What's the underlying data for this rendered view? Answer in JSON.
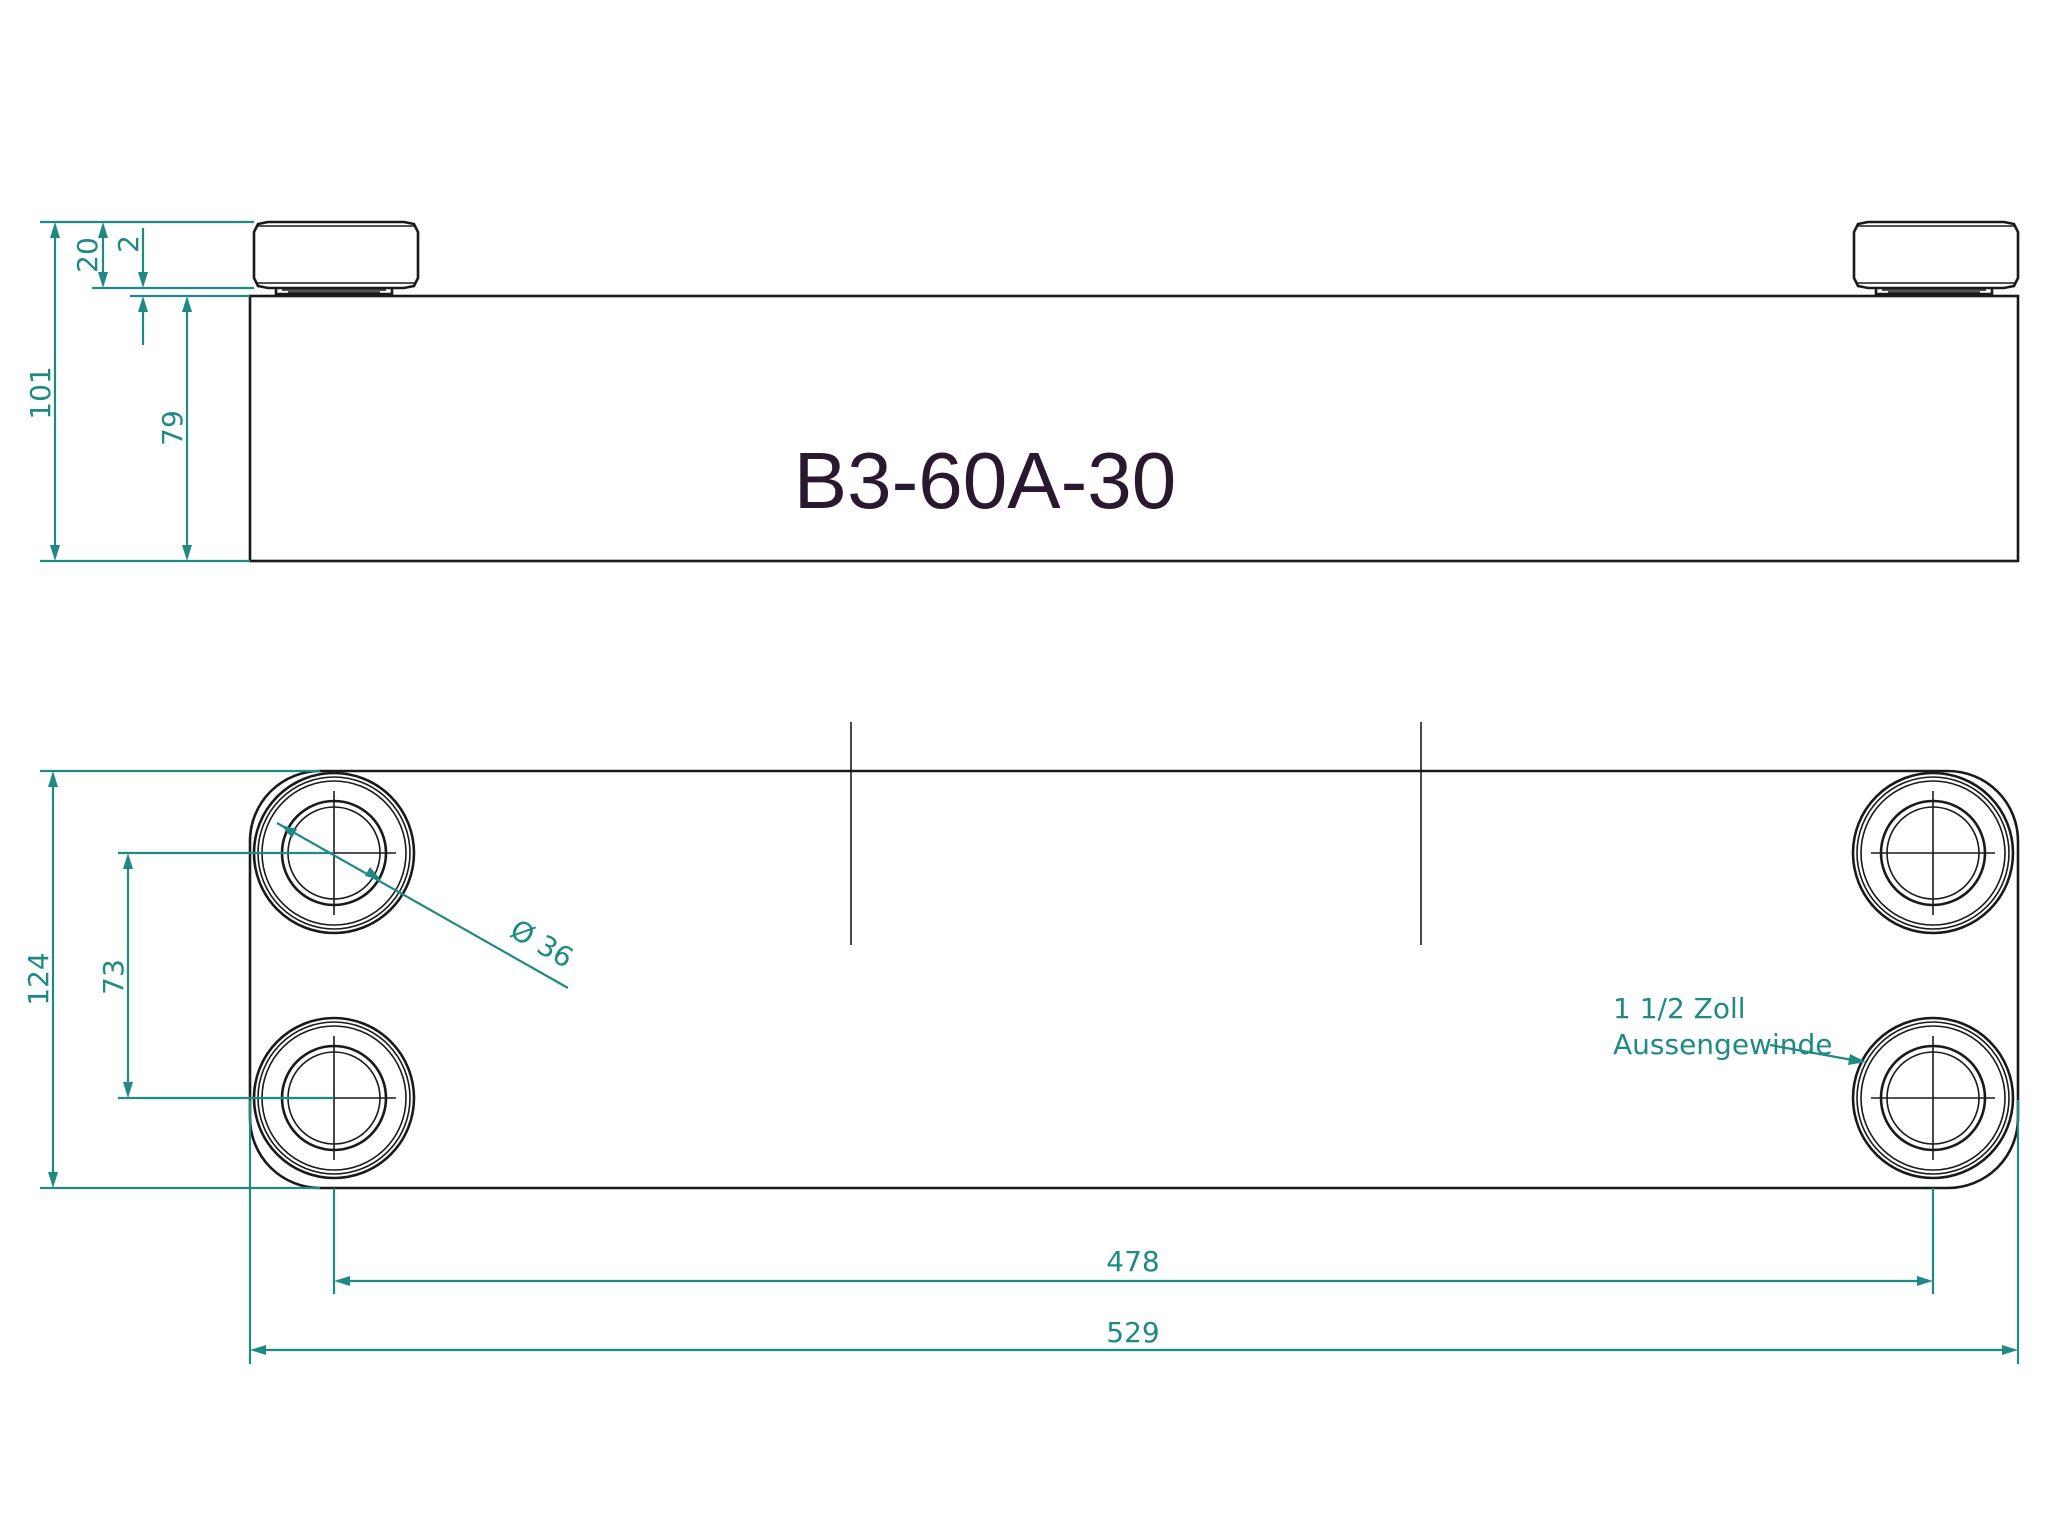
{
  "model_label": "B3-60A-30",
  "dimensions": {
    "total_height": "101",
    "connection_height": "20",
    "gap": "2",
    "plate_height": "79",
    "plate_width_side": "124",
    "port_spacing_vertical": "73",
    "port_diameter": "Ø 36",
    "port_spacing_horizontal": "478",
    "total_length": "529"
  },
  "thread_note": {
    "line1": "1 1/2 Zoll",
    "line2": "Aussengewinde"
  },
  "colors": {
    "dimension": "#1f8a83",
    "outline": "#1a1a1a",
    "model_text": "#2a1830"
  }
}
